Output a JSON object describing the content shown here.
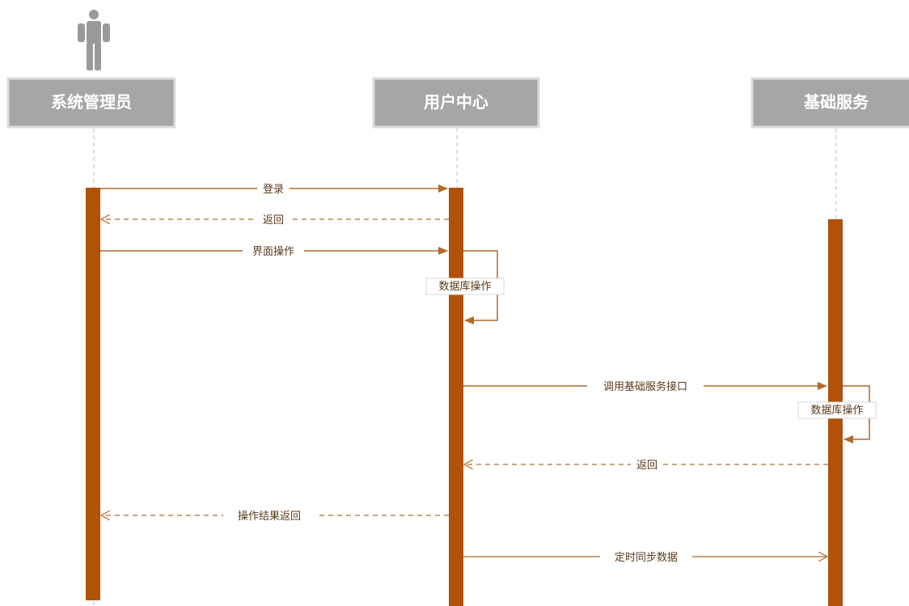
{
  "participants": [
    {
      "id": "admin",
      "name": "系统管理员",
      "actor": true
    },
    {
      "id": "user_center",
      "name": "用户中心",
      "actor": false
    },
    {
      "id": "base_service",
      "name": "基础服务",
      "actor": false
    }
  ],
  "messages": [
    {
      "from": "admin",
      "to": "user_center",
      "label": "登录",
      "style": "solid"
    },
    {
      "from": "user_center",
      "to": "admin",
      "label": "返回",
      "style": "dashed"
    },
    {
      "from": "admin",
      "to": "user_center",
      "label": "界面操作",
      "style": "solid"
    },
    {
      "from": "user_center",
      "to": "user_center",
      "label": "数据库操作",
      "style": "self"
    },
    {
      "from": "user_center",
      "to": "base_service",
      "label": "调用基础服务接口",
      "style": "solid"
    },
    {
      "from": "base_service",
      "to": "base_service",
      "label": "数据库操作",
      "style": "self"
    },
    {
      "from": "base_service",
      "to": "user_center",
      "label": "返回",
      "style": "dashed"
    },
    {
      "from": "user_center",
      "to": "admin",
      "label": "操作结果返回",
      "style": "dashed"
    },
    {
      "from": "user_center",
      "to": "base_service",
      "label": "定时同步数据",
      "style": "open"
    }
  ],
  "colors": {
    "header_bg": "#a6a6a6",
    "header_border": "#dcdcdc",
    "header_text": "#ffffff",
    "actor": "#9a9a9a",
    "activation": "#b0520a",
    "arrow": "#b06a2a",
    "lifeline": "#bfbfbf",
    "label_text": "#5a3a1a"
  }
}
